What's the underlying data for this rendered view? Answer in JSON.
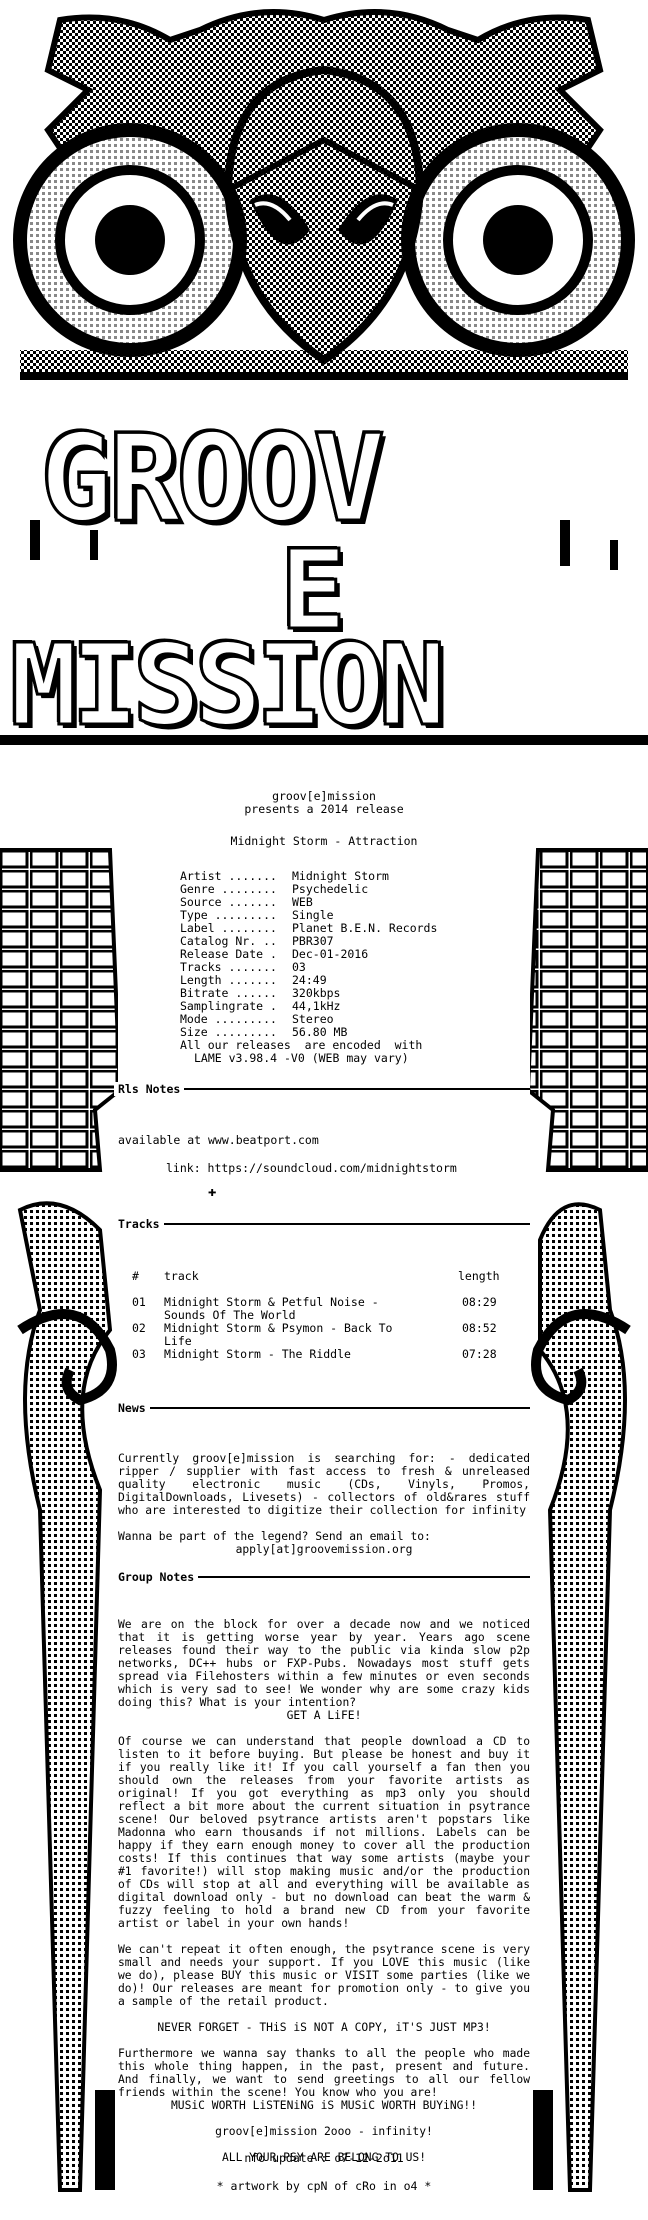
{
  "logo": {
    "word1": "GROOV",
    "word2": "E",
    "word3": "MISSION"
  },
  "intro": {
    "line1": "groov[e]mission",
    "line2": "presents a 2014 release",
    "release": "Midnight Storm - Attraction"
  },
  "info": [
    {
      "label": "Artist .......",
      "value": "Midnight Storm"
    },
    {
      "label": "Genre ........",
      "value": "Psychedelic"
    },
    {
      "label": "Source .......",
      "value": "WEB"
    },
    {
      "label": "Type .........",
      "value": "Single"
    },
    {
      "label": "Label ........",
      "value": "Planet B.E.N. Records"
    },
    {
      "label": "Catalog Nr. ..",
      "value": "PBR307"
    },
    {
      "label": "Release Date .",
      "value": "Dec-01-2016"
    },
    {
      "label": "Tracks .......",
      "value": "03"
    },
    {
      "label": "Length .......",
      "value": "24:49"
    },
    {
      "label": "Bitrate ......",
      "value": "320kbps"
    },
    {
      "label": "Samplingrate .",
      "value": "44,1kHz"
    },
    {
      "label": "Mode .........",
      "value": "Stereo"
    },
    {
      "label": "Size .........",
      "value": "56.80 MB"
    }
  ],
  "encode_note_1": "All our releases  are encoded  with",
  "encode_note_2": "LAME v3.98.4 -V0 (WEB may vary)",
  "rls_notes": {
    "heading": "Rls Notes",
    "line1": "available at www.beatport.com",
    "line2": "link: https://soundcloud.com/midnightstorm"
  },
  "tracks": {
    "heading": "Tracks",
    "col_num": "#",
    "col_track": "track",
    "col_length": "length",
    "rows": [
      {
        "num": "01",
        "title": "Midnight Storm & Petful Noise -",
        "title2": "Sounds Of The World",
        "length": "08:29"
      },
      {
        "num": "02",
        "title": "Midnight Storm & Psymon - Back To",
        "title2": "Life",
        "length": "08:52"
      },
      {
        "num": "03",
        "title": "Midnight Storm - The Riddle",
        "title2": "",
        "length": "07:28"
      }
    ]
  },
  "news": {
    "heading": "News",
    "p1": "Currently  groov[e]mission  is  searching for: - dedicated  ripper / supplier  with  fast access to  fresh & unreleased  quality  electronic  music (CDs, Vinyls, Promos, DigitalDownloads, Livesets) - collectors of old&rares stuff who are interested to   digitize   their   collection   for   infinity",
    "p2": "Wanna be part of the legend? Send  an  email  to:",
    "email": "apply[at]groovemission.org"
  },
  "group_notes": {
    "heading": "Group Notes",
    "p1": "We are  on the block  for over  a decade  now and we noticed that it is getting worse year by year. Years ago scene releases found  their way  to the public via kinda slow p2p networks, DC++ hubs  or FXP-Pubs.  Nowadays  most  stuff  gets  spread  via Filehosters within a few minutes  or even seconds which is very sad to see!  We wonder why are some crazy kids  doing this?   What is your intention?",
    "p1_end": "GET A LiFE!",
    "p2": "Of course we can understand  that people download a CD to listen to it before buying. But please be honest and buy it  if you really like it!  If you call  yourself  a fan  then  you should  own  the releases from your favorite artists  as original! If  you  got  everything  as mp3 only you  should reflect  a bit more  about  the current situation in psytrance scene! Our beloved psytrance artists aren't  popstars like  Madonna who earn thousands if not millions. Labels can be happy if they earn enough  money to cover all the production  costs! If  this  continues that  way some artists (maybe your #1 favorite!) will stop making music  and/or the  production  of  CDs  will  stop  at  all and everything will be available  as digital download only - but no download  can beat the warm & fuzzy feeling to hold a brand new CD from your favorite artist    or    label    in    your    own    hands!",
    "p3": "We can't  repeat it  often enough,  the psytrance scene  is very small  and needs  your support. If you LOVE this music (like we do), please BUY this music  or  VISIT some parties  (like we do)!  Our releases are meant  for promotion  only - to give you   a   sample   of   the   retail   product.",
    "never_forget": "NEVER FORGET - THiS iS NOT A COPY, iT'S JUST MP3!",
    "p4": "Furthermore we wanna say thanks to all the people who made this  whole thing  happen,  in the past, present and future.  And finally, we want to send greetings  to  all our  fellow  friends  within the   scene!   You   know   who   you   are!",
    "music_worth": "MUSiC WORTH LiSTENiNG iS MUSiC WORTH BUYiNG!!",
    "infinity": "groov[e]mission  2ooo - infinity!",
    "psy": "ALL YOUR PSY ARE BELONG TO US!"
  },
  "footer": {
    "update": "nfo update : o7-12-2o11",
    "artwork": "* artwork by cpN of cRo in o4 *"
  }
}
